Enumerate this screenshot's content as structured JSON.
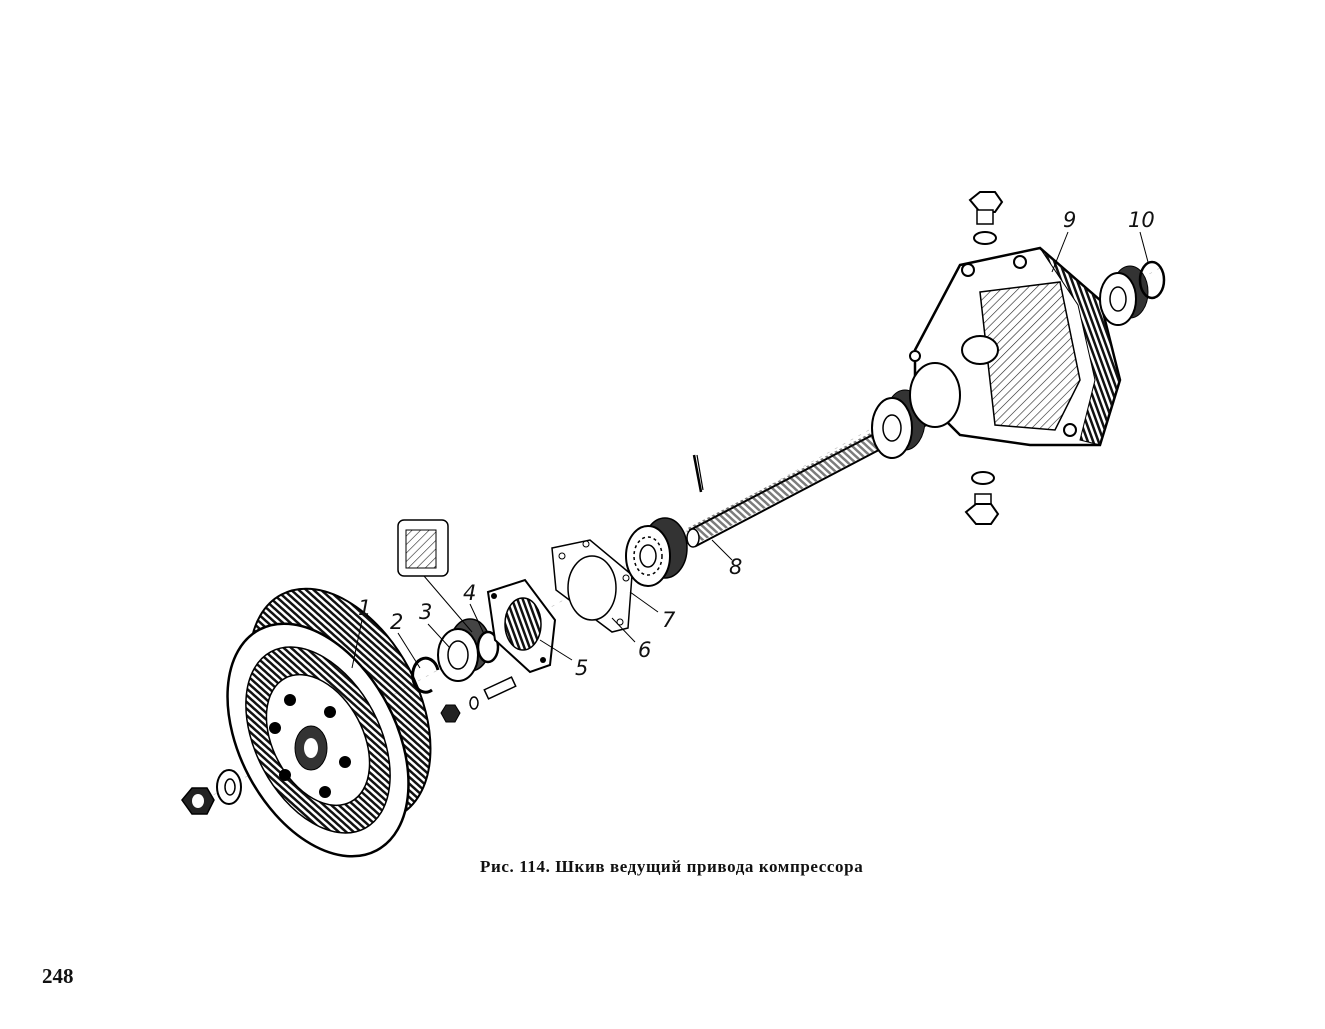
{
  "figure": {
    "caption": "Рис. 114. Шкив ведущий привода компрессора",
    "page_number": "248",
    "labels": {
      "l1": "1",
      "l2": "2",
      "l3": "3",
      "l4": "4",
      "l5": "5",
      "l6": "6",
      "l7": "7",
      "l8": "8",
      "l9": "9",
      "l10": "10"
    }
  }
}
